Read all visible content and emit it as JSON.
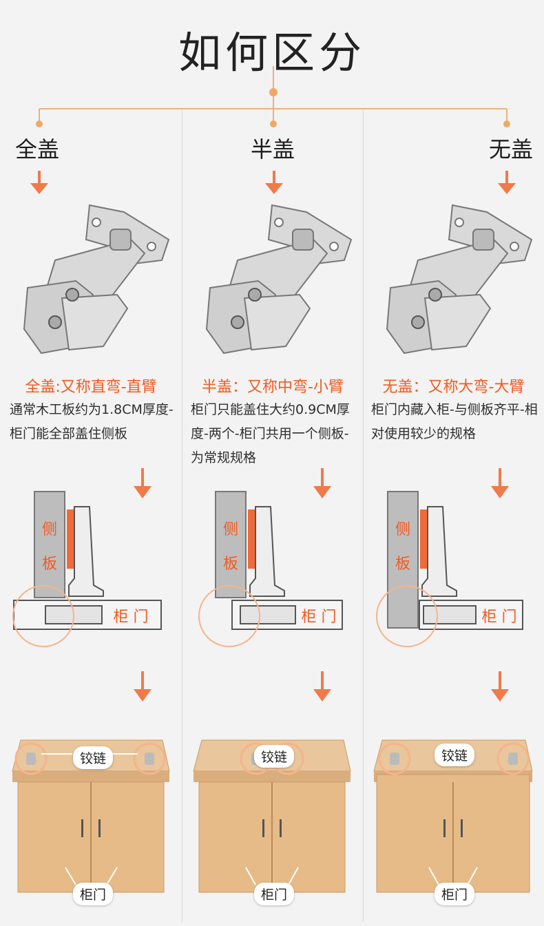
{
  "title": "如何区分",
  "columns": [
    {
      "heading": "全盖",
      "subtitle": "全盖:又称直弯-直臂",
      "description": "通常木工板约为1.8CM厚度-柜门能全部盖住侧板",
      "side_label_1": "侧",
      "side_label_2": "板",
      "door_label": "柜 门",
      "hinge_label": "铰链",
      "cabinet_door_label": "柜门"
    },
    {
      "heading": "半盖",
      "subtitle": "半盖：又称中弯-小臂",
      "description": "柜门只能盖住大约0.9CM厚度-两个-柜门共用一个侧板-为常规规格",
      "side_label_1": "侧",
      "side_label_2": "板",
      "door_label": "柜 门",
      "hinge_label": "铰链",
      "cabinet_door_label": "柜门"
    },
    {
      "heading": "无盖",
      "subtitle": "无盖：又称大弯-大臂",
      "description": "柜门内藏入柜-与侧板齐平-相对使用较少的规格",
      "side_label_1": "侧",
      "side_label_2": "板",
      "door_label": "柜 门",
      "hinge_label": "铰链",
      "cabinet_door_label": "柜门"
    }
  ],
  "colors": {
    "accent": "#f25a20",
    "arrow": "#f07a4a",
    "tree_line": "#e8b27a",
    "side_panel": "#bcbcbc",
    "gasket": "#f06a3a"
  },
  "icons": {
    "arrow": "arrow-down-icon",
    "hinge": "cabinet-hinge-icon"
  }
}
